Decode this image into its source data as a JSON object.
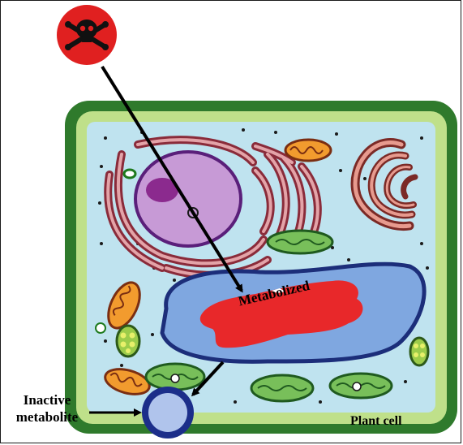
{
  "labels": {
    "metabolized": "Metabolized",
    "inactive_line1": "Inactive",
    "inactive_line2": "metabolite",
    "plant_cell": "Plant cell"
  },
  "colors": {
    "cell_wall": "#2f7a2c",
    "cell_membrane": "#bfe08a",
    "cytoplasm": "#bfe3ef",
    "vacuole": "#7fa7e0",
    "vacuole_border": "#1c2e7a",
    "metabolized_region": "#e8282a",
    "nucleus": "#c79ad6",
    "nucleolus": "#8b2a8e",
    "toxin_symbol": "#e02020",
    "metabolite_circle": "#b0c4ec",
    "arrow": "#000000"
  },
  "icons": [
    "skull-crossbones-icon"
  ]
}
